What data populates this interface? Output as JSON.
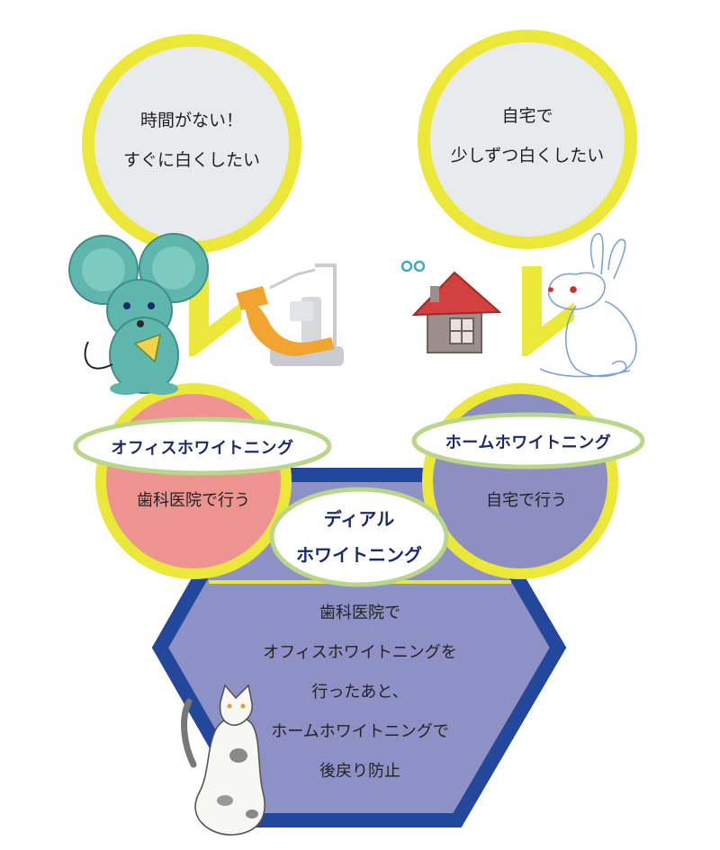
{
  "colors": {
    "yellow_ring": "#ece83a",
    "bubble_fill": "#e8eaed",
    "office_fill": "#ee9490",
    "home_fill": "#8d8fc3",
    "hex_border": "#23479a",
    "hex_fill": "#8e91c6",
    "pill_border": "#b9d68a",
    "pill_text": "#1b2a6b"
  },
  "bubbles": {
    "left": {
      "lines": [
        "時間がない！",
        "すぐに白くしたい"
      ]
    },
    "right": {
      "lines": [
        "自宅で",
        "少しずつ白くしたい"
      ]
    }
  },
  "office": {
    "title": "オフィスホワイトニング",
    "subtitle": "歯科医院で行う"
  },
  "home": {
    "title": "ホームホワイトニング",
    "subtitle": "自宅で行う"
  },
  "dual": {
    "title_lines": [
      "ディアル",
      "ホワイトニング"
    ],
    "description_lines": [
      "歯科医院で",
      "オフィスホワイトニングを",
      "行ったあと、",
      "ホームホワイトニングで",
      "後戻り防止"
    ]
  },
  "illustrations": [
    "mouse",
    "dental-chair",
    "house",
    "rabbit",
    "cat"
  ]
}
